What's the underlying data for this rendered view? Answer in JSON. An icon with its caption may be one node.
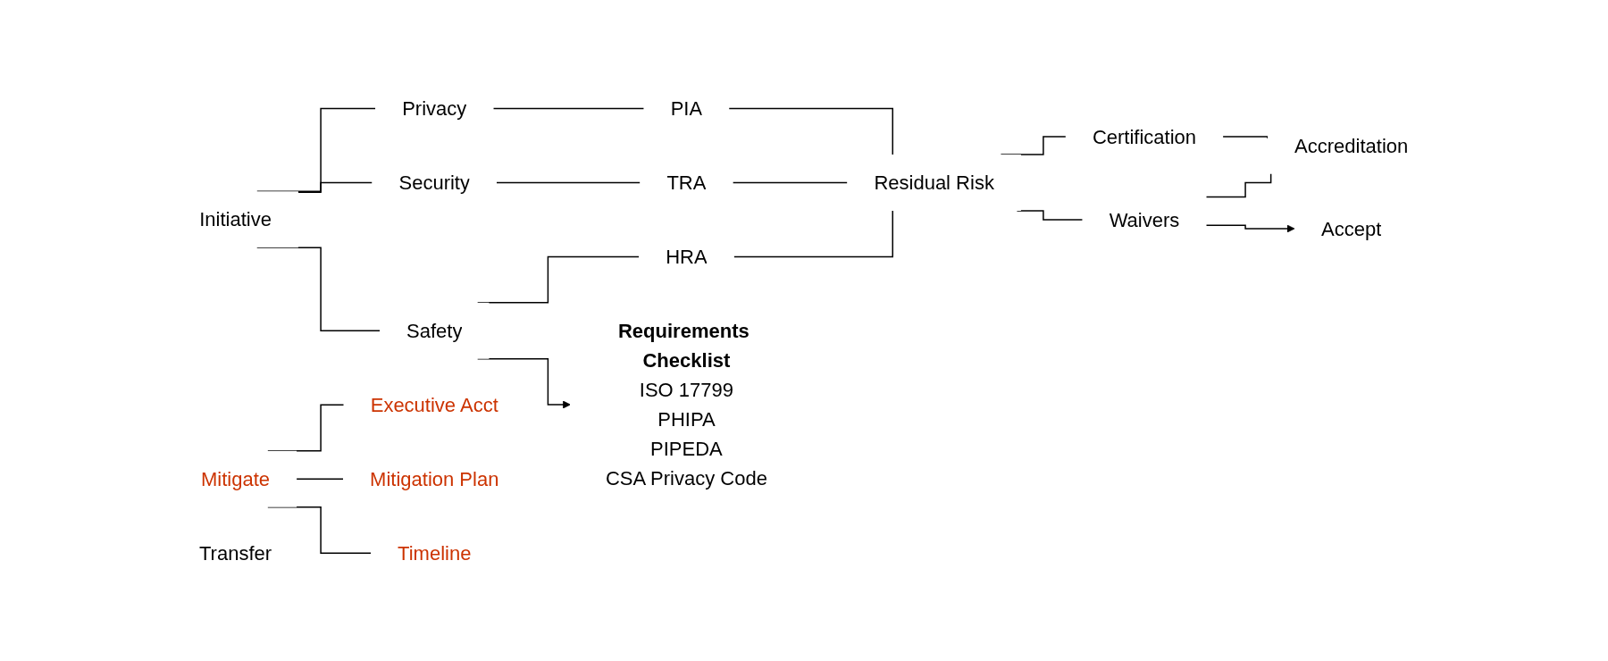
{
  "diagram": {
    "nodes": [
      {
        "text": [
          "Initiative"
        ]
      },
      {
        "text": [
          "Privacy"
        ]
      },
      {
        "text": [
          "Security"
        ]
      },
      {
        "text": [
          "Safety"
        ]
      },
      {
        "text": [
          "PIA"
        ]
      },
      {
        "text": [
          "TRA"
        ]
      },
      {
        "text": [
          "HRA"
        ]
      },
      {
        "text": [
          "Residual Risk"
        ]
      },
      {
        "text": [
          "Certification"
        ]
      },
      {
        "text": [
          "Waivers"
        ]
      },
      {
        "text": [
          "Accreditation"
        ]
      },
      {
        "text": [
          "Requirements Checklist",
          "ISO 17799",
          "PHIPA",
          "PIPEDA",
          "CSA Privacy Code"
        ]
      },
      {
        "text": [
          "Accept"
        ]
      },
      {
        "text": [
          "Mitigate"
        ]
      },
      {
        "text": [
          "Transfer"
        ]
      },
      {
        "text": [
          "Executive Acct"
        ]
      },
      {
        "text": [
          "Mitigation Plan"
        ]
      },
      {
        "text": [
          "Timeline"
        ]
      }
    ],
    "edges": [
      {
        "from": 0,
        "to": 1,
        "arrow": "none"
      },
      {
        "from": 0,
        "to": 2,
        "arrow": "none"
      },
      {
        "from": 0,
        "to": 3,
        "arrow": "none"
      },
      {
        "from": 1,
        "to": 4,
        "arrow": "none"
      },
      {
        "from": 2,
        "to": 5,
        "arrow": "none"
      },
      {
        "from": 3,
        "to": 6,
        "arrow": "none"
      },
      {
        "from": 4,
        "to": 7,
        "arrow": "none"
      },
      {
        "from": 5,
        "to": 7,
        "arrow": "none"
      },
      {
        "from": 6,
        "to": 7,
        "arrow": "none"
      },
      {
        "from": 7,
        "to": 8,
        "arrow": "none"
      },
      {
        "from": 7,
        "to": 9,
        "arrow": "none"
      },
      {
        "from": 8,
        "to": 10,
        "arrow": "none"
      },
      {
        "from": 9,
        "to": 10,
        "arrow": "none"
      },
      {
        "from": 3,
        "to": 11,
        "arrow": "to"
      },
      {
        "from": 9,
        "to": 12,
        "arrow": "to"
      },
      {
        "from": 13,
        "to": 15,
        "arrow": "none"
      },
      {
        "from": 13,
        "to": 16,
        "arrow": "none"
      },
      {
        "from": 13,
        "to": 17,
        "arrow": "none"
      }
    ]
  }
}
